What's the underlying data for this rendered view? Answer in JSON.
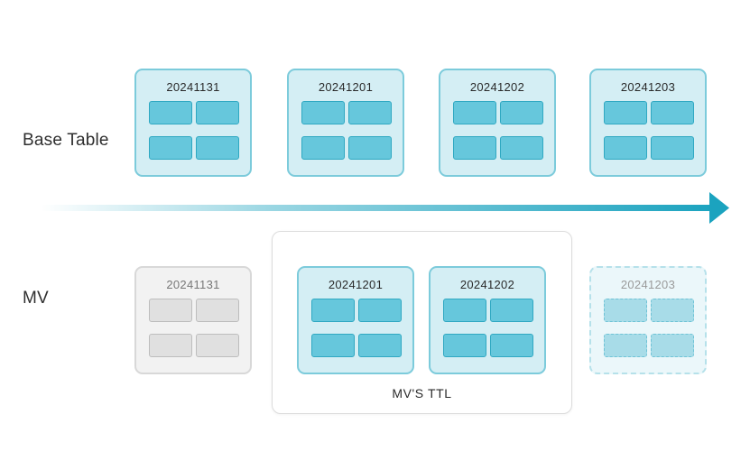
{
  "labels": {
    "base_table": "Base Table",
    "mv": "MV",
    "ttl": "MV'S TTL"
  },
  "base_table": {
    "partitions": [
      {
        "date": "20241131"
      },
      {
        "date": "20241201"
      },
      {
        "date": "20241202"
      },
      {
        "date": "20241203"
      }
    ]
  },
  "mv": {
    "partitions": [
      {
        "date": "20241131",
        "state": "expired"
      },
      {
        "date": "20241201",
        "state": "active"
      },
      {
        "date": "20241202",
        "state": "active"
      },
      {
        "date": "20241203",
        "state": "pending"
      }
    ]
  },
  "colors": {
    "partition_fill": "#d4eef4",
    "partition_border": "#7ccbdb",
    "block_fill": "#66c7dc",
    "block_border": "#2fa8c2",
    "arrow": "#1ba3bf",
    "expired_fill": "#f2f2f2"
  }
}
